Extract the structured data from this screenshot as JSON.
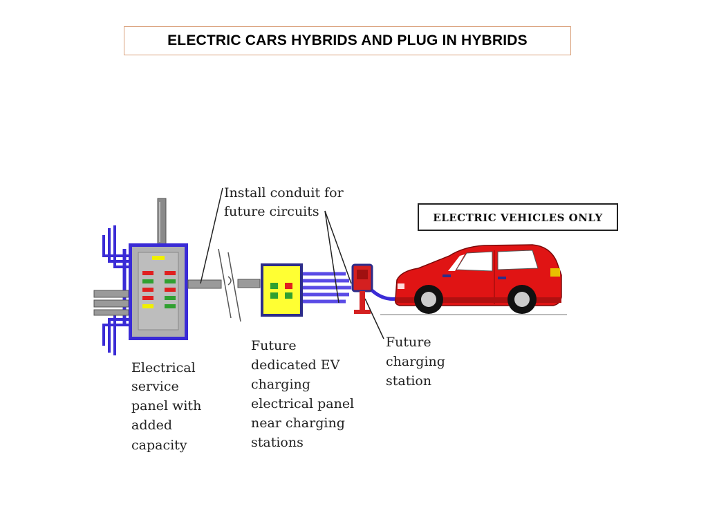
{
  "title": "ELECTRIC CARS HYBRIDS AND PLUG IN HYBRIDS",
  "sign": {
    "text": "ELECTRIC VEHICLES ONLY"
  },
  "labels": {
    "conduit": [
      "Install conduit for",
      "future circuits"
    ],
    "service_panel": [
      "Electrical",
      "service",
      "panel with",
      "added",
      "capacity"
    ],
    "ev_panel": [
      "Future",
      "dedicated EV",
      "charging",
      "electrical panel",
      "near charging",
      "stations"
    ],
    "station": [
      "Future",
      "charging",
      "station"
    ]
  },
  "colors": {
    "conduit_blue": "#3a2bd6",
    "panel_gray": "#b0b0b0",
    "ev_panel_yellow": "#ffff33",
    "station_red": "#d42020",
    "car_red": "#e01414",
    "breaker_red": "#e02020",
    "breaker_green": "#30a030",
    "breaker_yellow": "#f0f000"
  },
  "icons": {
    "service_panel": "service-panel-icon",
    "ev_panel": "ev-panel-icon",
    "station": "charging-station-icon",
    "car": "electric-car-icon"
  }
}
